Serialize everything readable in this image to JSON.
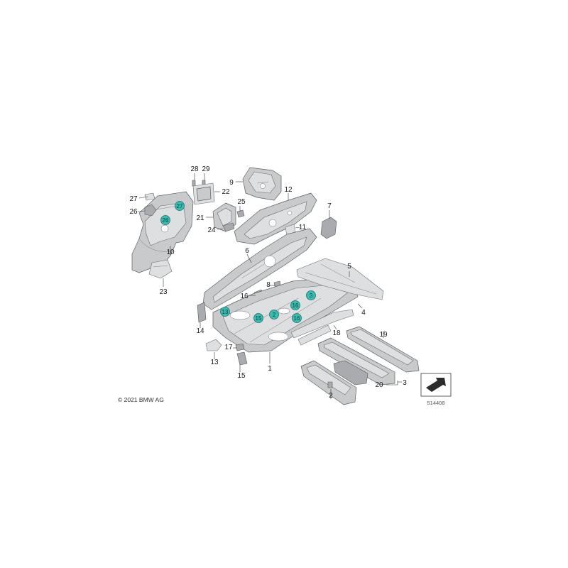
{
  "copyright": "© 2021 BMW AG",
  "reference_code": "514408",
  "callouts": [
    "1",
    "2",
    "3",
    "4",
    "5",
    "6",
    "7",
    "8",
    "9",
    "10",
    "11",
    "12",
    "13",
    "14",
    "15",
    "16",
    "17",
    "18",
    "19",
    "20",
    "21",
    "22",
    "23",
    "24",
    "25",
    "26",
    "27",
    "28",
    "29"
  ],
  "markers": [
    "13",
    "15",
    "2",
    "3",
    "16",
    "16",
    "26",
    "27"
  ],
  "colors": {
    "part_fill": "#c9cacc",
    "part_stroke": "#5d5e60",
    "marker_fill": "#3cbcb0"
  }
}
